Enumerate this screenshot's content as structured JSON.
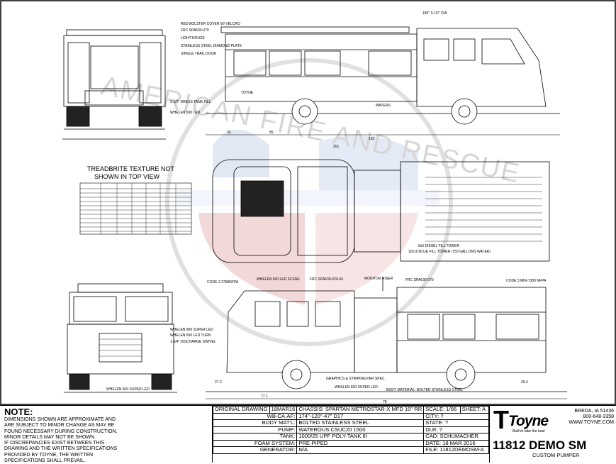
{
  "watermark": {
    "text": "AMERICAN FIRE AND RESCUE"
  },
  "treadbrite": {
    "title_line1": "TREADBRITE TEXTURE NOT",
    "title_line2": "SHOWN IN TOP VIEW"
  },
  "views": {
    "side_callouts_top": [
      "RED BOLSTER COVER W/ VELCRO",
      "FRC SPA630-070",
      "LIGHT HOUSE",
      "STAINLESS STEEL DIAMOND PLATE",
      "SINGLE TRAIL DOOR",
      "3-1/2\" DRESS TANK FILL",
      "WHELEN 600 LED"
    ],
    "cab_callouts": [
      "189\" 3-1/2\" DIA",
      "TOYNE",
      "WATERS"
    ],
    "top_notes": [
      "6x6 DIESEL FILL TOWER",
      "10x10 BLUE FILL TOWER (750 GALLONS WATER)"
    ],
    "front_labels": [
      "WHELEN 900 SUPER LED",
      "WHELEN 600 LED TURN",
      "1-3/4\" DISCHARGE SWIVEL",
      "WHELEN 600 SUPER LED"
    ],
    "lower_callouts": [
      "CODE 3 2768NFPA",
      "WHELEN 600 LED SCENE",
      "FRC SPA630-020-04",
      "MONITOR RISER",
      "FRC SPA630-070",
      "CODE 3 MNI-7300 NFPA",
      "GRAPHICS & STRIPING PER SPEC.",
      "WHELEN 600 SUPER LED",
      "BODY MATERIAL: BOLTED STAINLESS STEEL"
    ],
    "dims_top": [
      "33",
      "85",
      "120",
      "201"
    ],
    "dims_lower": [
      "77.1",
      "78",
      "25.4",
      "27.2"
    ]
  },
  "note": {
    "heading": "NOTE:",
    "body": "DIMENSIONS SHOWN ARE APPROXIMATE AND\nARE SUBJECT TO MINOR CHANGE AS MAY BE\nFOUND NECESSARY DURING CONSTRUCTION.\nMINOR DETAILS MAY NOT BE SHOWN.\nIF DISCREPANCIES EXIST BETWEEN THIS\nDRAWING AND THE WRITTEN SPECIFICATIONS\nPROVIDED BY TOYNE, THE WRITTEN\nSPECIFICATIONS SHALL PREVAIL."
  },
  "spec": {
    "original_label": "ORIGINAL DRAWING",
    "original_value": "18MAR16",
    "rows": [
      {
        "k": "CHASSIS:",
        "v": "SPARTAN METROSTAR-X MFD 10\" RR",
        "k2": "SCALE:",
        "v2": "1/66",
        "k3": "SHEET:",
        "v3": "A"
      },
      {
        "k": "WB-CA-AF:",
        "v": "174\"-120\"-47\" D17",
        "k2": "CITY:",
        "v2": "?"
      },
      {
        "k": "BODY MAT'L:",
        "v": "BOLTED STAINLESS STEEL",
        "k2": "STATE:",
        "v2": "?"
      },
      {
        "k": "PUMP:",
        "v": "WATEROUS CSUC20 1500",
        "k2": "DLR:",
        "v2": "?"
      },
      {
        "k": "TANK:",
        "v": "1000/25 UPF POLY-TANK III",
        "k2": "CAD:",
        "v2": "SCHUMACHER"
      },
      {
        "k": "FOAM SYSTEM:",
        "v": "PRE-PIPED",
        "k2": "DATE:",
        "v2": "18 MAR 2016"
      },
      {
        "k": "GENERATOR:",
        "v": "N/A",
        "k2": "FILE:",
        "v2": "11812DEMOSM-A"
      }
    ]
  },
  "brand": {
    "logo": "Toyne",
    "tagline": "Built to take the heat",
    "city": "BREDA, IA 51436",
    "phone": "800-648-3358",
    "web": "WWW.TOYNE.COM",
    "job": "11812 DEMO SM",
    "subtitle": "CUSTOM PUMPER"
  }
}
